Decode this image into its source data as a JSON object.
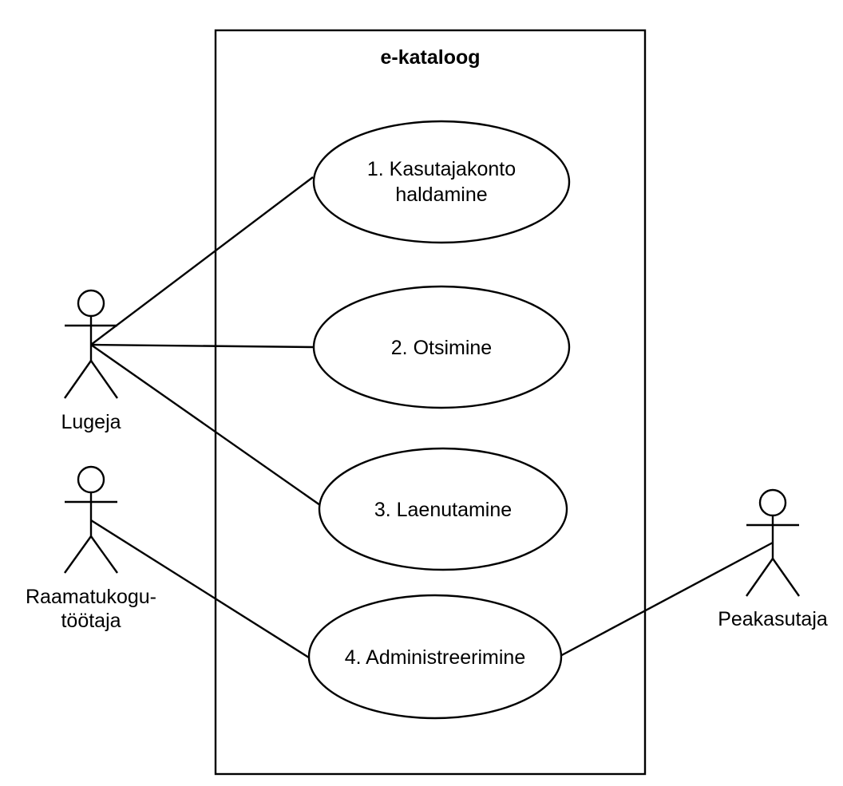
{
  "system": {
    "title": "e-kataloog"
  },
  "use_cases": [
    {
      "line1": "1. Kasutajakonto",
      "line2": "haldamine"
    },
    {
      "line1": "2. Otsimine"
    },
    {
      "line1": "3. Laenutamine"
    },
    {
      "line1": "4. Administreerimine"
    }
  ],
  "actors": [
    {
      "line1": "Lugeja"
    },
    {
      "line1": "Raamatukogu-",
      "line2": "töötaja"
    },
    {
      "line1": "Peakasutaja"
    }
  ],
  "colors": {
    "stroke": "#000000",
    "background": "#ffffff"
  }
}
